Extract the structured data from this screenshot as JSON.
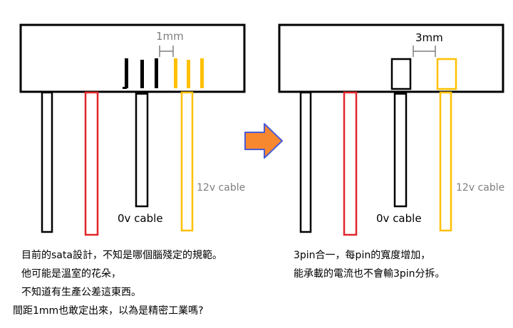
{
  "left_diagram": {
    "dimension_label": "1mm",
    "ground_cable_label": "0v cable",
    "power_cable_label": "12v cable"
  },
  "right_diagram": {
    "dimension_label": "3mm",
    "ground_cable_label": "0v cable",
    "power_cable_label": "12v cable"
  },
  "left_notes": [
    "目前的sata設計，不知是哪個腦殘定的規範。",
    "他可能是溫室的花朵，",
    "不知道有生產公差這東西。",
    "間距1mm也敢定出來，以為是精密工業嗎?"
  ],
  "right_notes": [
    "3pin合一，每pin的寬度增加，",
    "能承載的電流也不會輸3pin分拆。"
  ],
  "colors": {
    "ground": "#000000",
    "power": "#ffc000",
    "red": "#e0262a",
    "arrow_fill": "#f7882f",
    "arrow_stroke": "#4a5bd4",
    "label_gray": "#7f7f7f"
  }
}
